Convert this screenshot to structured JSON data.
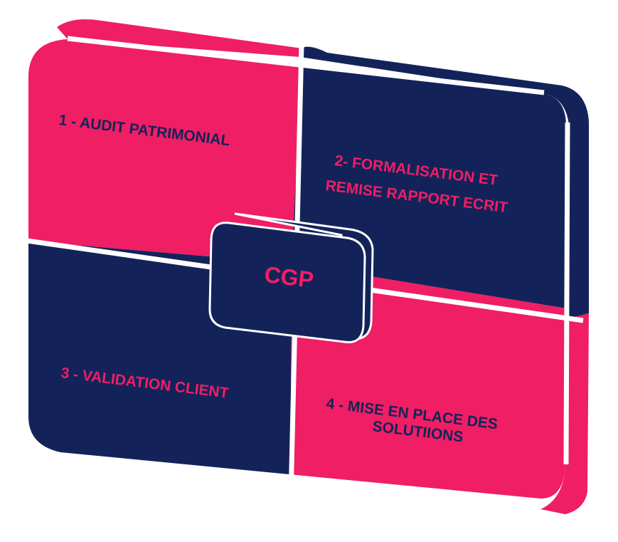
{
  "diagram": {
    "center_label": "CGP",
    "quadrants": [
      {
        "id": "q1",
        "lines": [
          "1 - AUDIT PATRIMONIAL"
        ]
      },
      {
        "id": "q2",
        "lines": [
          "2- FORMALISATION ET",
          "REMISE  RAPPORT ECRIT"
        ]
      },
      {
        "id": "q3",
        "lines": [
          "3 - VALIDATION  CLIENT"
        ]
      },
      {
        "id": "q4",
        "lines": [
          "4 - MISE EN PLACE DES",
          "SOLUTIIONS"
        ]
      }
    ]
  },
  "colors": {
    "pink": "#f01e64",
    "navy": "#13235a",
    "separator": "#ffffff"
  }
}
